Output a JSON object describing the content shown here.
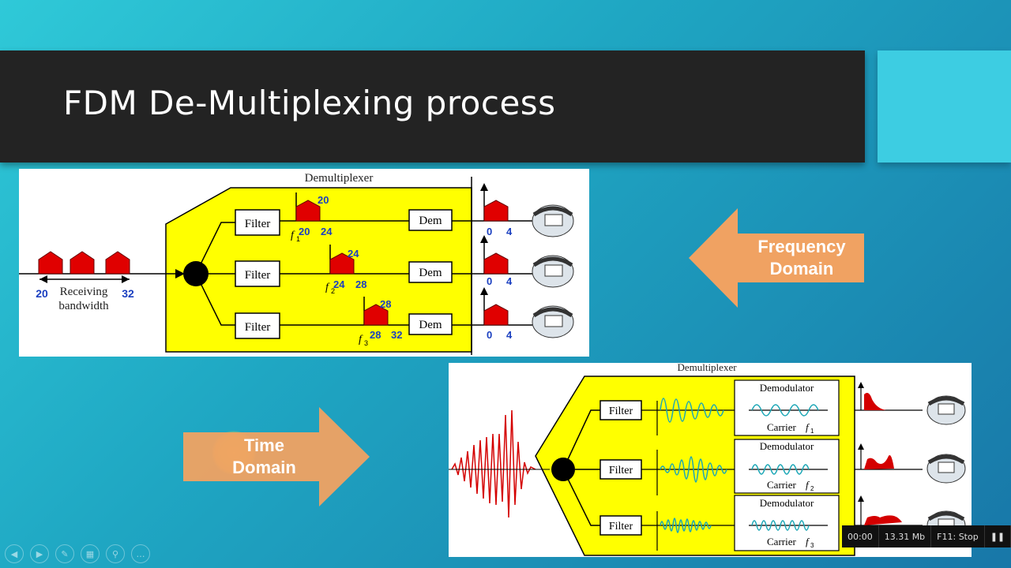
{
  "slide": {
    "title": "FDM De-Multiplexing process"
  },
  "top_diagram": {
    "header": "Demultiplexer",
    "receiving_label_1": "Receiving",
    "receiving_label_2": "bandwidth",
    "bw_low": "20",
    "bw_high": "32",
    "filter_label": "Filter",
    "dem_label": "Dem",
    "channels": [
      {
        "peak": "20",
        "f": "f",
        "sub": "1",
        "lo": "20",
        "hi": "24",
        "out_lo": "0",
        "out_hi": "4"
      },
      {
        "peak": "24",
        "f": "f",
        "sub": "2",
        "lo": "24",
        "hi": "28",
        "out_lo": "0",
        "out_hi": "4"
      },
      {
        "peak": "28",
        "f": "f",
        "sub": "3",
        "lo": "28",
        "hi": "32",
        "out_lo": "0",
        "out_hi": "4"
      }
    ]
  },
  "bottom_diagram": {
    "header": "Demultiplexer",
    "filter_label": "Filter",
    "demod_label": "Demodulator",
    "carrier_label": "Carrier",
    "carriers": [
      {
        "f": "f",
        "sub": "1"
      },
      {
        "f": "f",
        "sub": "2"
      },
      {
        "f": "f",
        "sub": "3"
      }
    ]
  },
  "frequency_arrow": {
    "line1": "Frequency",
    "line2": "Domain",
    "color": "#f0a262"
  },
  "time_arrow": {
    "line1": "Time",
    "line2": "Domain",
    "color": "#f0a262"
  },
  "recorder": {
    "time": "00:00",
    "size": "13.31 Mb",
    "stop": "F11: Stop"
  },
  "colors": {
    "yellow": "#ffff00",
    "red": "#e00000",
    "blue": "#1a3fc0",
    "teal_wave": "#1aa6b5"
  }
}
